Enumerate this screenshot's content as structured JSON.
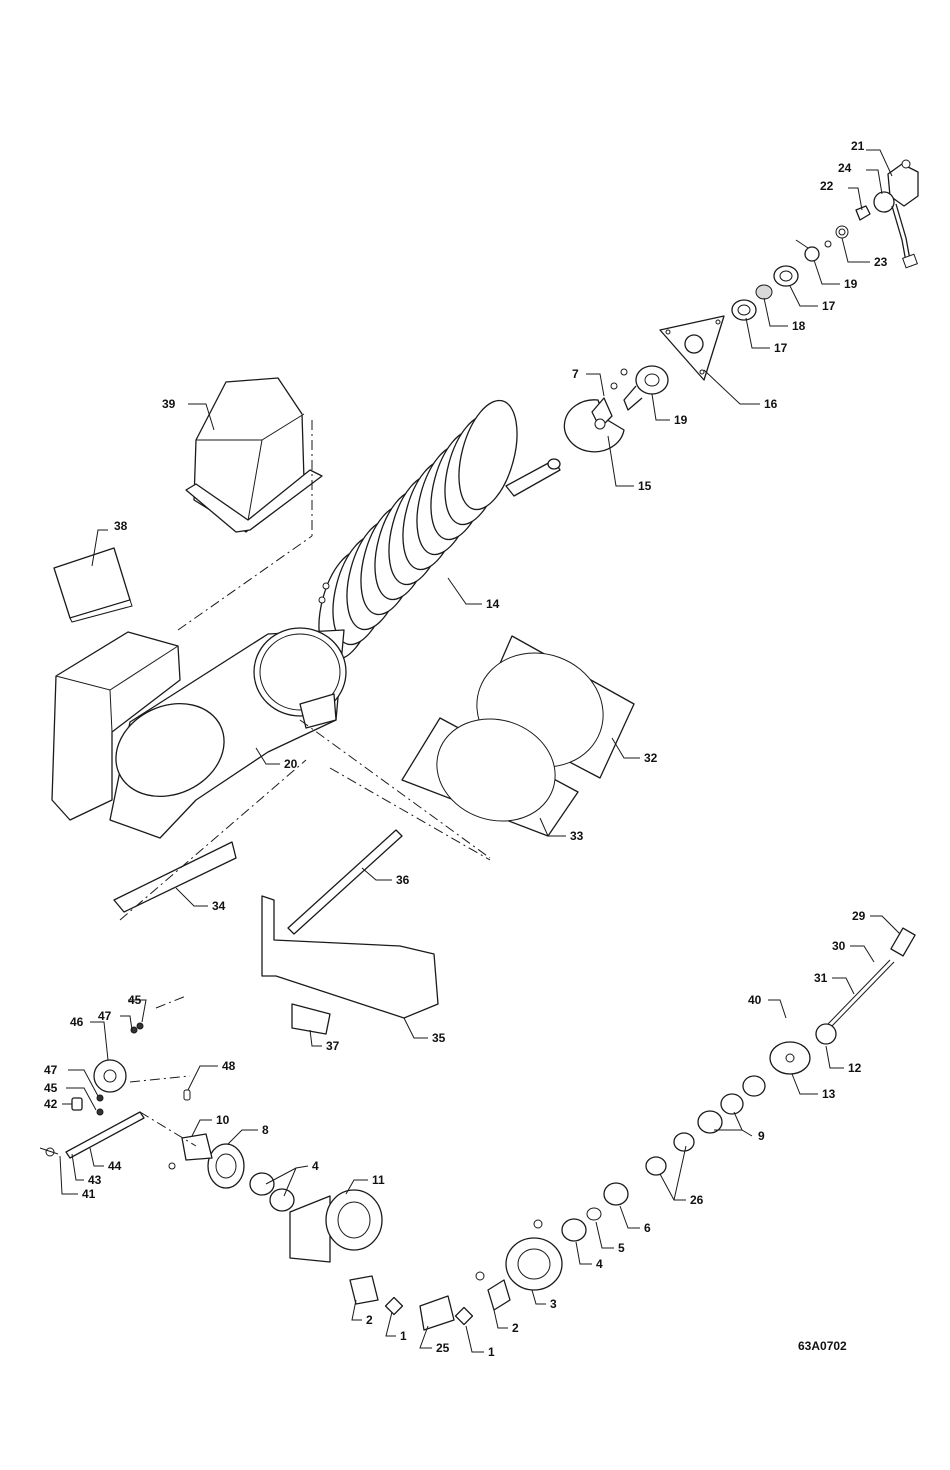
{
  "drawing_code": "63A0702",
  "callouts": [
    {
      "id": "c21",
      "label": "21"
    },
    {
      "id": "c24",
      "label": "24"
    },
    {
      "id": "c22",
      "label": "22"
    },
    {
      "id": "c23",
      "label": "23"
    },
    {
      "id": "c19a",
      "label": "19"
    },
    {
      "id": "c17a",
      "label": "17"
    },
    {
      "id": "c18",
      "label": "18"
    },
    {
      "id": "c17b",
      "label": "17"
    },
    {
      "id": "c16",
      "label": "16"
    },
    {
      "id": "c7",
      "label": "7"
    },
    {
      "id": "c19b",
      "label": "19"
    },
    {
      "id": "c15",
      "label": "15"
    },
    {
      "id": "c39",
      "label": "39"
    },
    {
      "id": "c38",
      "label": "38"
    },
    {
      "id": "c14",
      "label": "14"
    },
    {
      "id": "c32",
      "label": "32"
    },
    {
      "id": "c20",
      "label": "20"
    },
    {
      "id": "c33",
      "label": "33"
    },
    {
      "id": "c36",
      "label": "36"
    },
    {
      "id": "c34",
      "label": "34"
    },
    {
      "id": "c29",
      "label": "29"
    },
    {
      "id": "c30",
      "label": "30"
    },
    {
      "id": "c31",
      "label": "31"
    },
    {
      "id": "c40",
      "label": "40"
    },
    {
      "id": "c12",
      "label": "12"
    },
    {
      "id": "c13",
      "label": "13"
    },
    {
      "id": "c35",
      "label": "35"
    },
    {
      "id": "c37",
      "label": "37"
    },
    {
      "id": "c45a",
      "label": "45"
    },
    {
      "id": "c47a",
      "label": "47"
    },
    {
      "id": "c46",
      "label": "46"
    },
    {
      "id": "c48",
      "label": "48"
    },
    {
      "id": "c47b",
      "label": "47"
    },
    {
      "id": "c45b",
      "label": "45"
    },
    {
      "id": "c42",
      "label": "42"
    },
    {
      "id": "c10",
      "label": "10"
    },
    {
      "id": "c8",
      "label": "8"
    },
    {
      "id": "c9",
      "label": "9"
    },
    {
      "id": "c44",
      "label": "44"
    },
    {
      "id": "c43",
      "label": "43"
    },
    {
      "id": "c41",
      "label": "41"
    },
    {
      "id": "c4a",
      "label": "4"
    },
    {
      "id": "c11",
      "label": "11"
    },
    {
      "id": "c26",
      "label": "26"
    },
    {
      "id": "c6",
      "label": "6"
    },
    {
      "id": "c5",
      "label": "5"
    },
    {
      "id": "c4b",
      "label": "4"
    },
    {
      "id": "c3",
      "label": "3"
    },
    {
      "id": "c2a",
      "label": "2"
    },
    {
      "id": "c1a",
      "label": "1"
    },
    {
      "id": "c25",
      "label": "25"
    },
    {
      "id": "c2b",
      "label": "2"
    },
    {
      "id": "c1b",
      "label": "1"
    }
  ]
}
